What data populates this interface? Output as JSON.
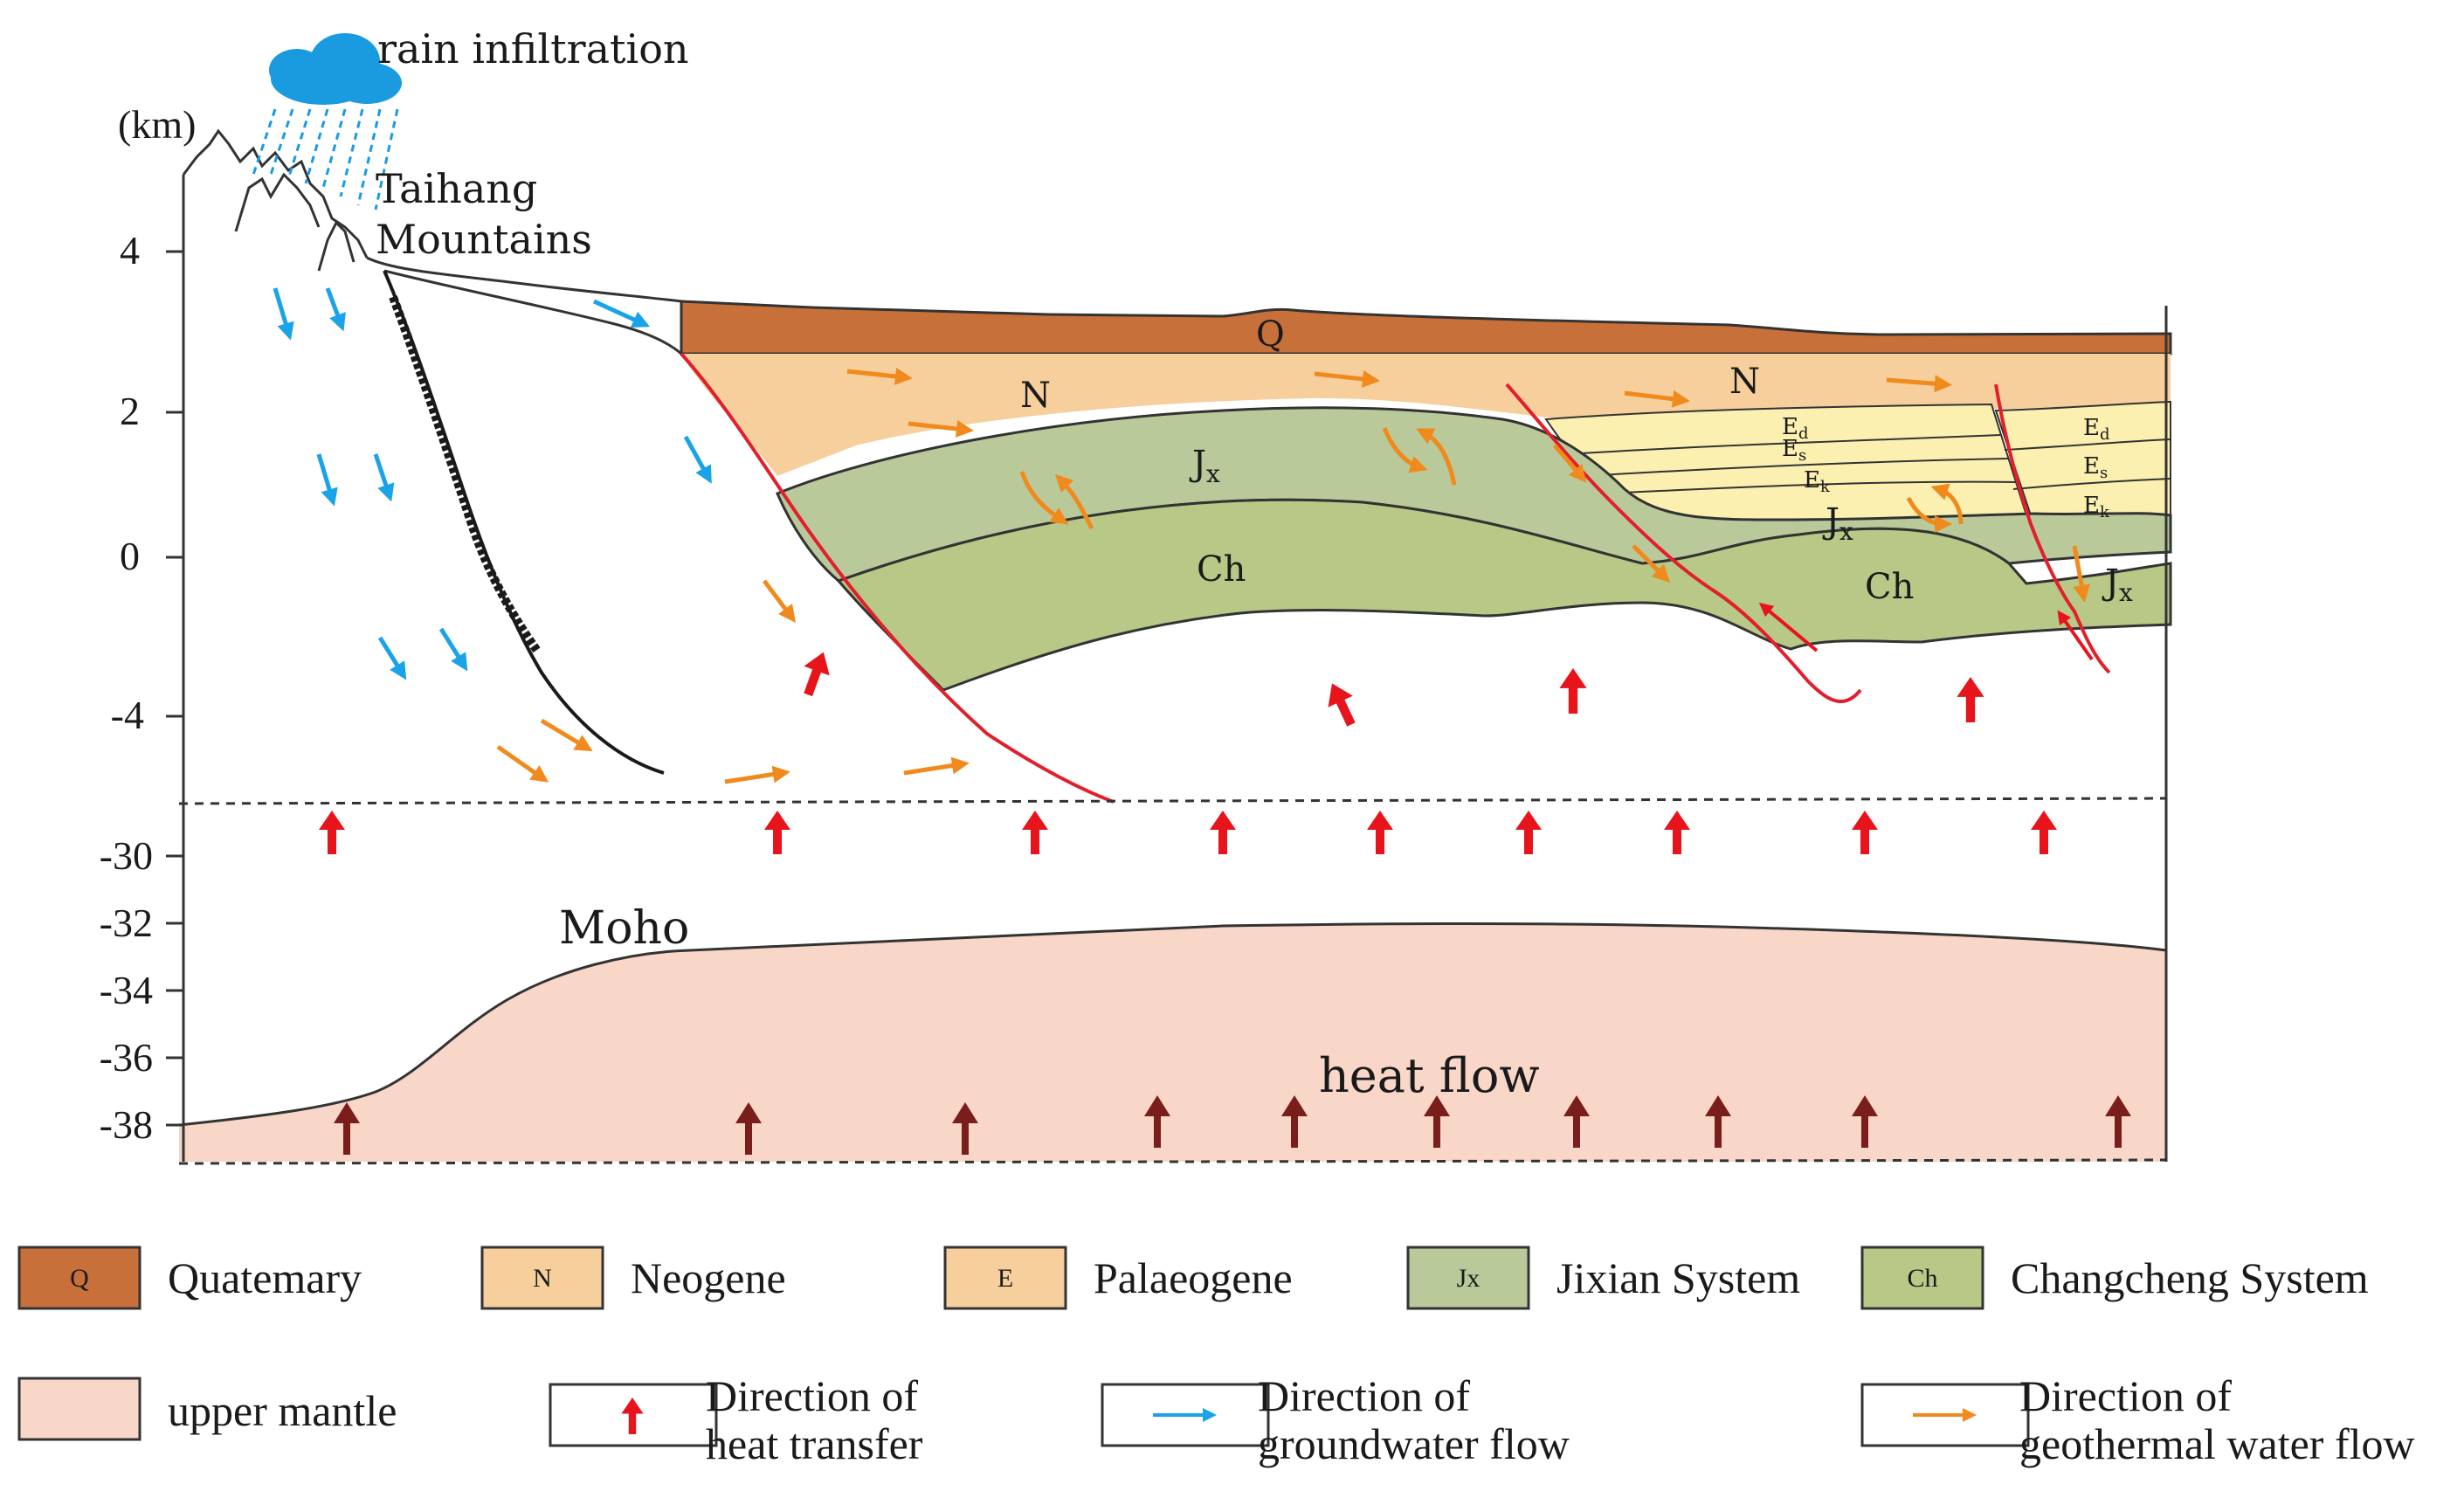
{
  "colors": {
    "quaternary": "#c8703a",
    "neogene": "#f7cf9c",
    "palaeogene": "#fbf0b0",
    "jixian": "#b9c99a",
    "changcheng": "#b7c887",
    "mantle": "#f8d6c8",
    "fault": "#e0202c",
    "heat_arrow": "#e8141c",
    "mantle_arrow": "#7a1e1c",
    "groundwater_arrow": "#1aa3e8",
    "geothermal_arrow": "#f08a1c",
    "cloud": "#1a9be0"
  },
  "header": {
    "rain": "rain infiltration",
    "km_unit": "(km)",
    "mountains_line1": "Taihang",
    "mountains_line2": "Mountains"
  },
  "y_axis": {
    "ticks": [
      "4",
      "2",
      "0",
      "-4",
      "-30",
      "-32",
      "-34",
      "-36",
      "-38"
    ]
  },
  "layers": {
    "q": "Q",
    "n1": "N",
    "n2": "N",
    "jx1": "J",
    "jx1_sub": "x",
    "jx2": "J",
    "jx2_sub": "x",
    "jx3": "J",
    "jx3_sub": "x",
    "ch1": "Ch",
    "ch2": "Ch",
    "ed1": "E",
    "ed1_sub": "d",
    "es1": "E",
    "es1_sub": "s",
    "ek1": "E",
    "ek1_sub": "k",
    "ed2": "E",
    "ed2_sub": "d",
    "es2": "E",
    "es2_sub": "s",
    "ek2": "E",
    "ek2_sub": "k",
    "moho": "Moho",
    "heat_flow": "heat  flow"
  },
  "legend": {
    "items": [
      {
        "code": "Q",
        "label": "Quatemary"
      },
      {
        "code": "N",
        "label": "Neogene"
      },
      {
        "code": "E",
        "label": "Palaeogene"
      },
      {
        "code": "Jx",
        "label": "Jixian System"
      },
      {
        "code": "Ch",
        "label": "Changcheng System"
      },
      {
        "code": "",
        "label": "upper mantle"
      }
    ],
    "heat_line1": "Direction of",
    "heat_line2": "heat  transfer",
    "gw_line1": "Direction of",
    "gw_line2": "groundwater flow",
    "geo_line1": "Direction of",
    "geo_line2": "geothermal water flow"
  }
}
